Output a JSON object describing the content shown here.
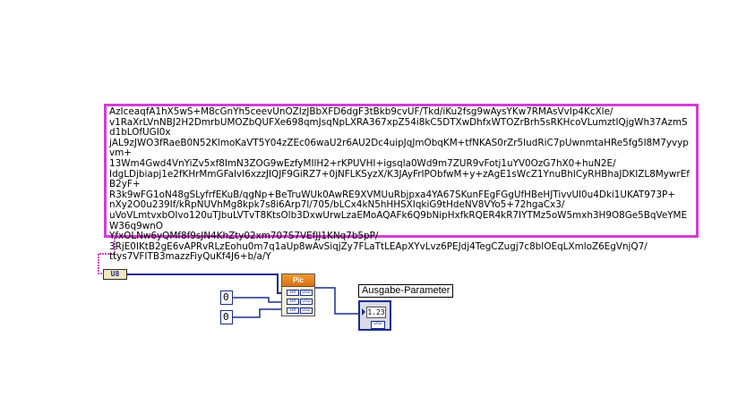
{
  "string_constant": {
    "text": "AzIceaqfA1hX5wS+M8cGnYh5ceevUnOZIzJBbXFD6dgF3tBkb9cvUF/Tkd/iKu2fsg9wAysYKw7RMAsVvIp4KcXle/\nv1RaXrLVnNBJ2H2DmrbUMOZbQUFXe698qmJsqNpLXRA367xpZ54i8kC5DTXwDhfxWTOZrBrh5sRKHcoVLumztIQjgWh37AzmSd1bLOfUGI0x\njAL9zJWO3fRaeB0N52KlmoKaVT5Y04zZEc06waU2r6AU2Dc4uipJqJmObqKM+tfNKAS0rZr5IudRiC7pUwnmtaHRe5fg5I8M7yvypvm+\n13Wm4Gwd4VnYiZv5xf8ImN3ZOG9wEzfyMIlH2+rKPUVHI+igsqla0Wd9m7ZUR9vFotj1uYV0OzG7hX0+huN2E/\nIdgLDjbiapj1e2fKHrMmGFaIvI6xzzJIQJF9GiRZ7+0jNFLKSyzX/K3JAyFrIPObfwM+y+zAgE1sWcZ1YnuBhICyRHBhaJDKIZL8MywrEfB2yF+\nR3k9wFG1oN48gSLyfrfEKuB/qgNp+BeTruWUk0AwRE9XVMUuRbjpxa4YA67SKunFEgFGgUfHBeHJTivvUl0u4Dki1UKAT973P+\nnXy2O0u239If/kRpNUVhMg8kpk7s8i6Arp7l/705/bLCx4kN5hHHSXIqkiG9tHdeNV8VYo5+72hgaCx3/\nuVoVLmtvxbOIvo120uTJbuLVTvT8KtsOlb3DxwUrwLzaEMoAQAFk6Q9bNipHxfkRQER4kR7IYTMz5oW5mxh3H9O8Ge5BqVeYMEW36q9wnO\nYfxOLNw6yQMf8f9sJN4KhZty02xm707S7VEfJJ1KNq7b5pP/\n3RjE0IKtB2gE6vAPRvRLzEohu0m7q1aUp8wAvSiqjZy7FLaTtLEApXYvLvz6PEJdj4TegCZugj7c8bIOEqLXmloZ6EgVnjQ7/\nttys7VFITB3mazzFiyQuKf4J6+b/a/Y"
  },
  "type_cast": {
    "label": "U8"
  },
  "numeric_constants": [
    {
      "value": "0"
    },
    {
      "value": "0"
    }
  ],
  "bundle": {
    "header": "Pic",
    "terminals": [
      "U8",
      "U32",
      "U8",
      "U32",
      "U8",
      "U32"
    ]
  },
  "indicator": {
    "label": "Ausgabe-Parameter",
    "display": "1.23",
    "type": "U32"
  },
  "colors": {
    "string_wire": "#d23fd2",
    "numeric_wire": "#1a2d8a"
  }
}
